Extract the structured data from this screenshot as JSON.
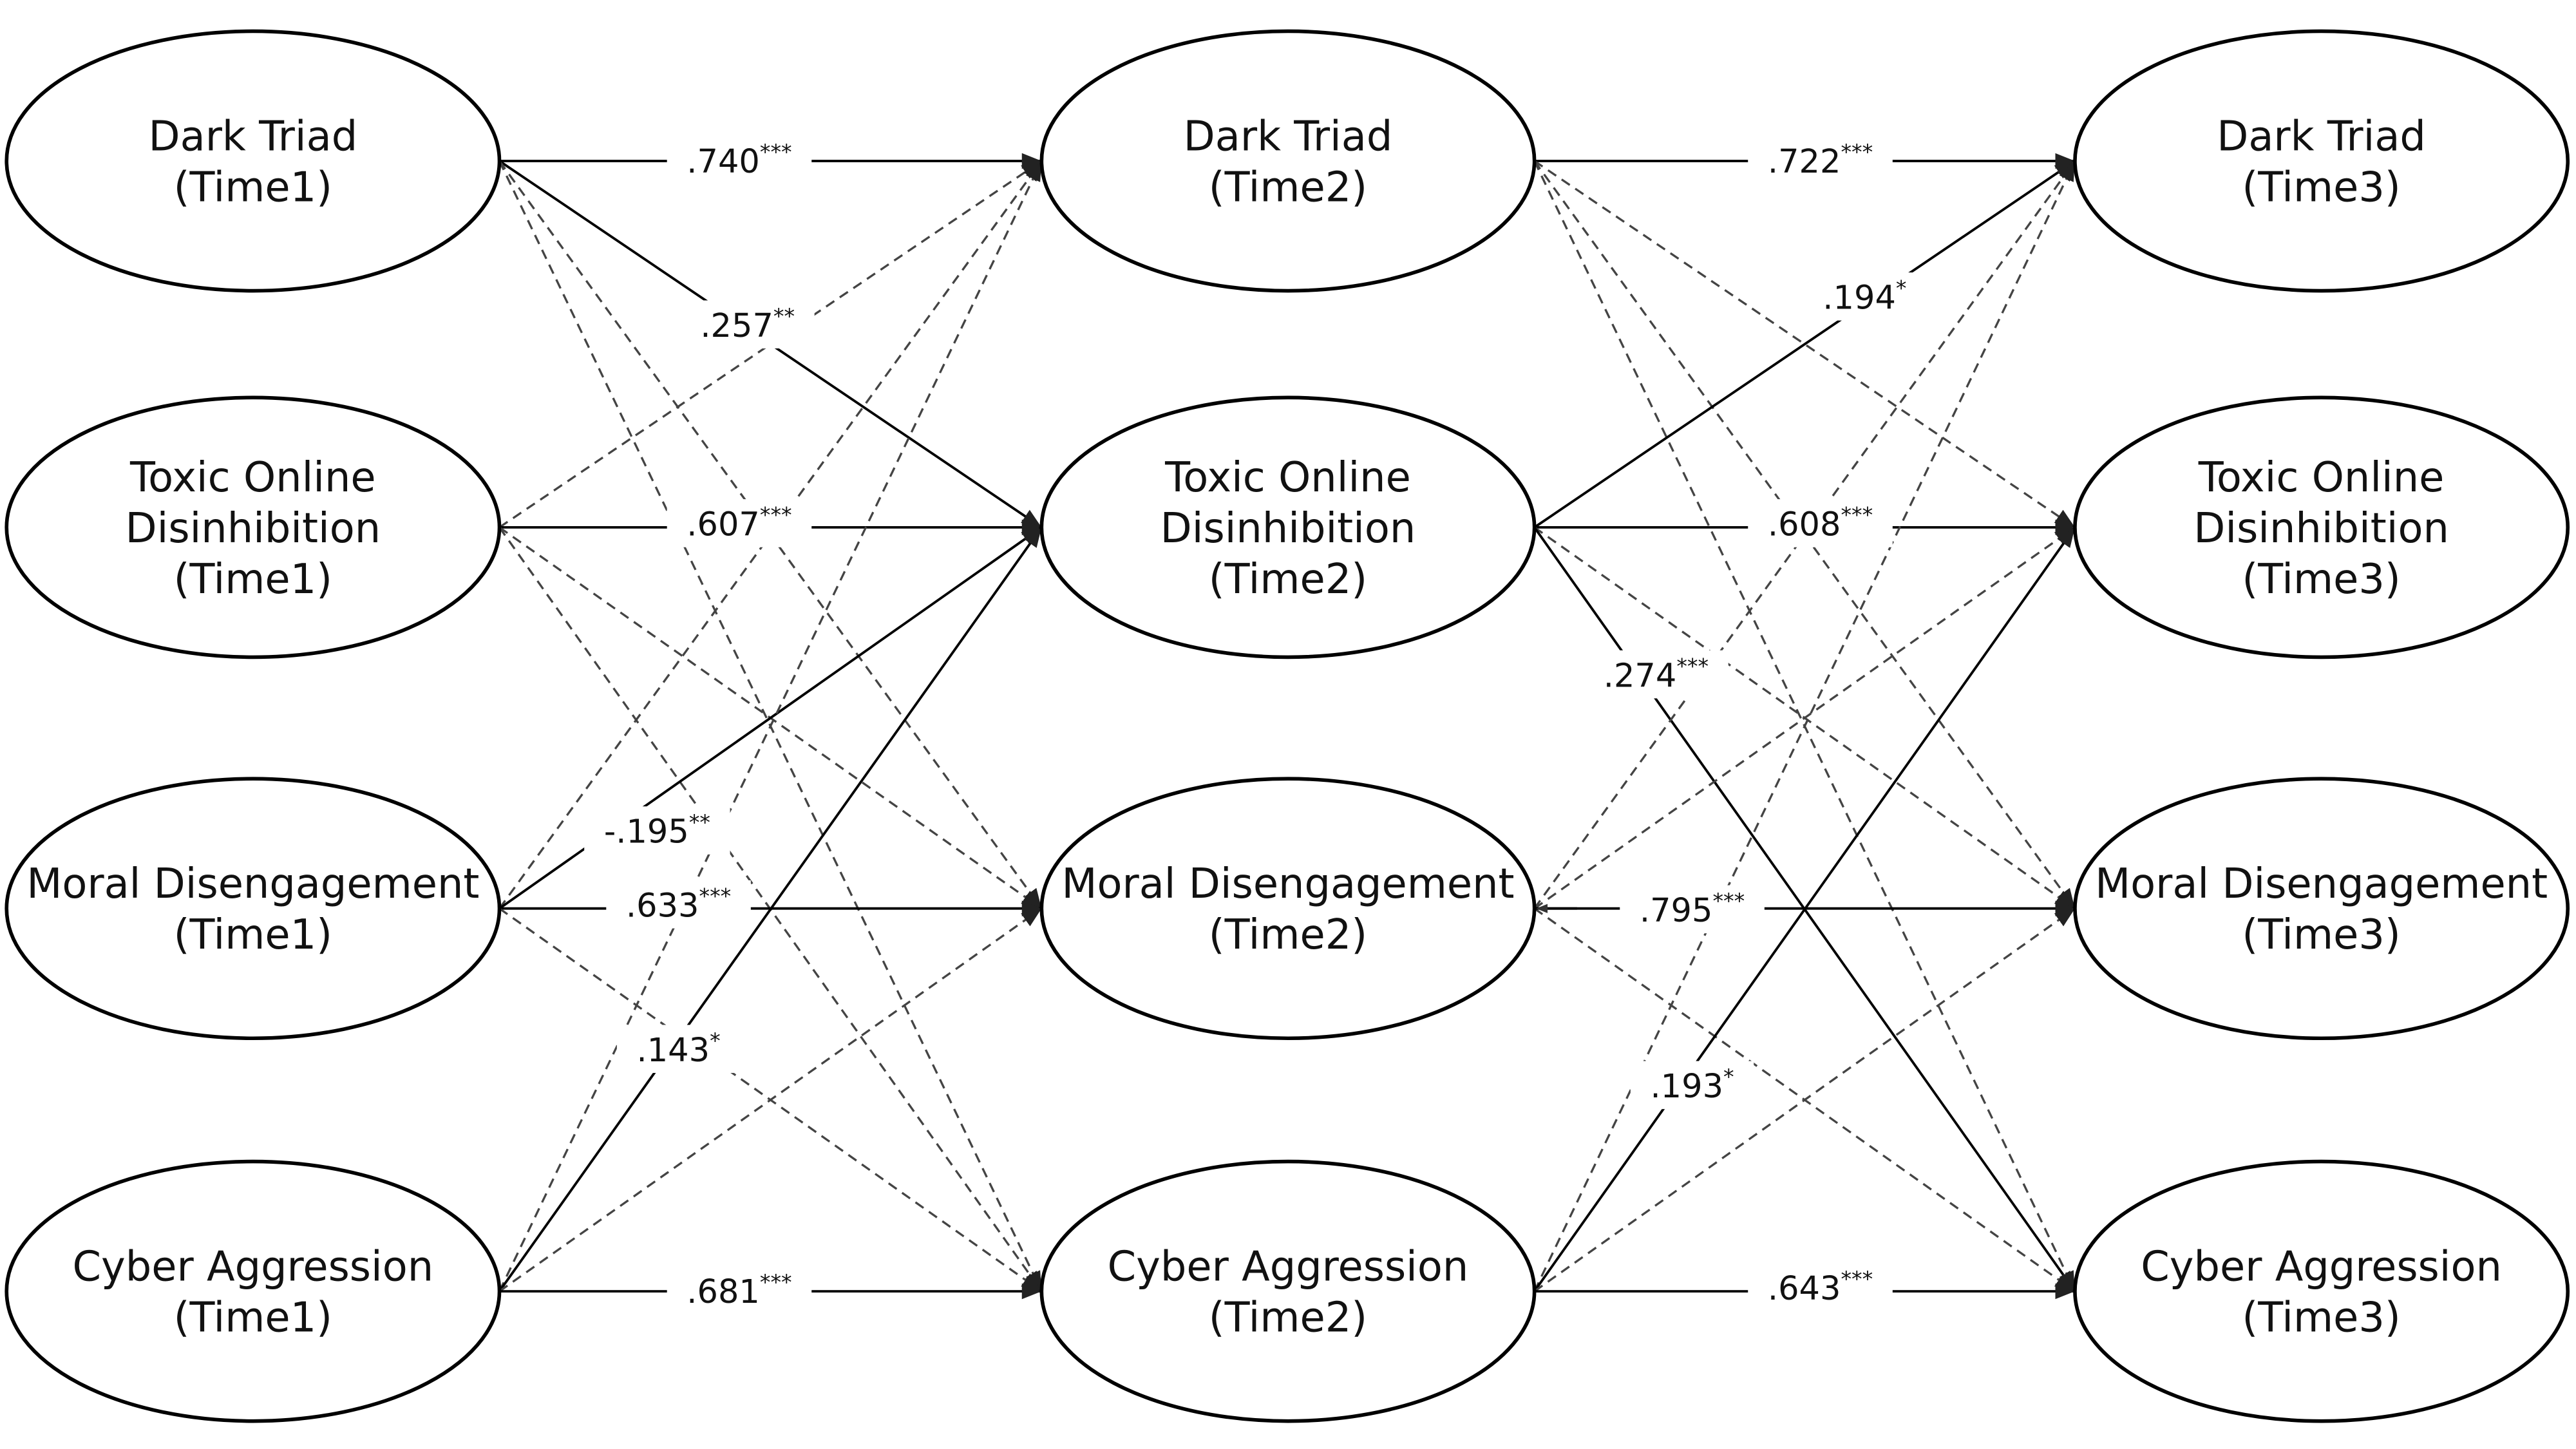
{
  "nodes": [
    {
      "id": "dt1",
      "lines": [
        "Dark Triad",
        "(Time1)"
      ]
    },
    {
      "id": "tod1",
      "lines": [
        "Toxic Online",
        "Disinhibition",
        "(Time1)"
      ]
    },
    {
      "id": "md1",
      "lines": [
        "Moral Disengagement",
        "(Time1)"
      ]
    },
    {
      "id": "ca1",
      "lines": [
        "Cyber Aggression",
        "(Time1)"
      ]
    },
    {
      "id": "dt2",
      "lines": [
        "Dark Triad",
        "(Time2)"
      ]
    },
    {
      "id": "tod2",
      "lines": [
        "Toxic Online",
        "Disinhibition",
        "(Time2)"
      ]
    },
    {
      "id": "md2",
      "lines": [
        "Moral Disengagement",
        "(Time2)"
      ]
    },
    {
      "id": "ca2",
      "lines": [
        "Cyber Aggression",
        "(Time2)"
      ]
    },
    {
      "id": "dt3",
      "lines": [
        "Dark Triad",
        "(Time3)"
      ]
    },
    {
      "id": "tod3",
      "lines": [
        "Toxic Online",
        "Disinhibition",
        "(Time3)"
      ]
    },
    {
      "id": "md3",
      "lines": [
        "Moral Disengagement",
        "(Time3)"
      ]
    },
    {
      "id": "ca3",
      "lines": [
        "Cyber Aggression",
        "(Time3)"
      ]
    }
  ],
  "edges": [
    {
      "from": "dt1",
      "to": "dt2",
      "style": "solid",
      "value": ".740",
      "sig": "***"
    },
    {
      "from": "dt1",
      "to": "tod2",
      "style": "solid",
      "value": ".257",
      "sig": "**"
    },
    {
      "from": "dt1",
      "to": "md2",
      "style": "dashed"
    },
    {
      "from": "dt1",
      "to": "ca2",
      "style": "dashed"
    },
    {
      "from": "tod1",
      "to": "dt2",
      "style": "dashed"
    },
    {
      "from": "tod1",
      "to": "tod2",
      "style": "solid",
      "value": ".607",
      "sig": "***"
    },
    {
      "from": "tod1",
      "to": "md2",
      "style": "dashed"
    },
    {
      "from": "tod1",
      "to": "ca2",
      "style": "dashed"
    },
    {
      "from": "md1",
      "to": "dt2",
      "style": "dashed"
    },
    {
      "from": "md1",
      "to": "tod2",
      "style": "solid",
      "value": "-.195",
      "sig": "**"
    },
    {
      "from": "md1",
      "to": "md2",
      "style": "solid",
      "value": ".633",
      "sig": "***"
    },
    {
      "from": "md1",
      "to": "ca2",
      "style": "dashed"
    },
    {
      "from": "ca1",
      "to": "dt2",
      "style": "dashed"
    },
    {
      "from": "ca1",
      "to": "tod2",
      "style": "solid",
      "value": ".143",
      "sig": "*"
    },
    {
      "from": "ca1",
      "to": "md2",
      "style": "dashed"
    },
    {
      "from": "ca1",
      "to": "ca2",
      "style": "solid",
      "value": ".681",
      "sig": "***"
    },
    {
      "from": "dt2",
      "to": "dt3",
      "style": "solid",
      "value": ".722",
      "sig": "***"
    },
    {
      "from": "dt2",
      "to": "tod3",
      "style": "dashed"
    },
    {
      "from": "dt2",
      "to": "md3",
      "style": "dashed"
    },
    {
      "from": "dt2",
      "to": "ca3",
      "style": "dashed"
    },
    {
      "from": "tod2",
      "to": "dt3",
      "style": "solid",
      "value": ".194",
      "sig": "*"
    },
    {
      "from": "tod2",
      "to": "tod3",
      "style": "solid",
      "value": ".608",
      "sig": "***"
    },
    {
      "from": "tod2",
      "to": "md3",
      "style": "dashed"
    },
    {
      "from": "tod2",
      "to": "ca3",
      "style": "solid",
      "value": ".274",
      "sig": "***"
    },
    {
      "from": "md2",
      "to": "dt3",
      "style": "dashed"
    },
    {
      "from": "md2",
      "to": "tod3",
      "style": "dashed"
    },
    {
      "from": "md2",
      "to": "md3",
      "style": "solid",
      "value": ".795",
      "sig": "***"
    },
    {
      "from": "md2",
      "to": "ca3",
      "style": "dashed"
    },
    {
      "from": "ca2",
      "to": "dt3",
      "style": "dashed"
    },
    {
      "from": "ca2",
      "to": "tod3",
      "style": "solid",
      "value": ".193",
      "sig": "*"
    },
    {
      "from": "ca2",
      "to": "md3",
      "style": "dashed"
    },
    {
      "from": "ca2",
      "to": "ca3",
      "style": "solid",
      "value": ".643",
      "sig": "***"
    }
  ]
}
